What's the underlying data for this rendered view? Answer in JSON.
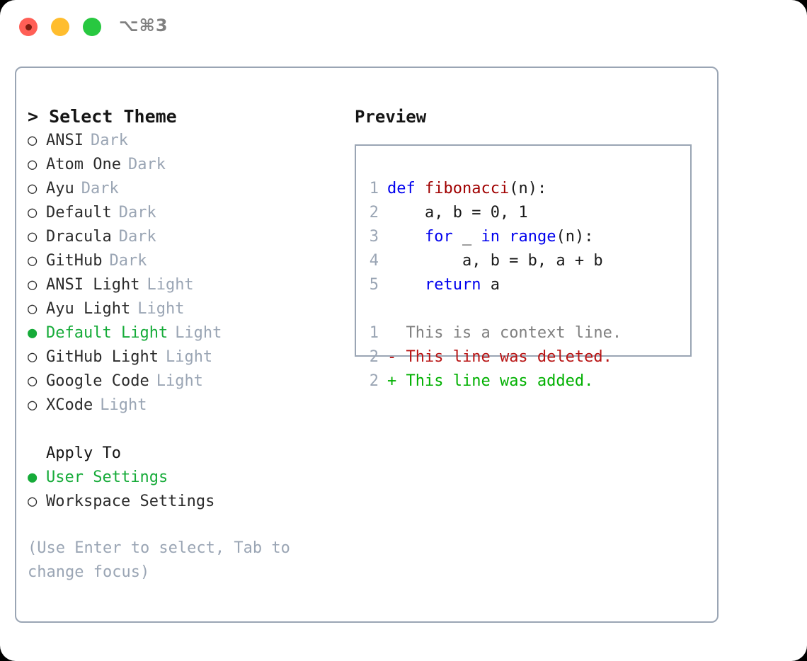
{
  "titlebar": {
    "shortcut": "⌥⌘3",
    "lights": [
      {
        "name": "close",
        "color": "#ff5f56"
      },
      {
        "name": "minimize",
        "color": "#ffbd2e"
      },
      {
        "name": "maximize",
        "color": "#28c840"
      }
    ]
  },
  "theme_list": {
    "heading": "> Select Theme",
    "bullet_selected": "●",
    "bullet_unselected": "○",
    "selected_color": "#16ab39",
    "tag_color": "#9aa5b4",
    "items": [
      {
        "label": "ANSI",
        "tag": "Dark",
        "selected": false
      },
      {
        "label": "Atom One",
        "tag": "Dark",
        "selected": false
      },
      {
        "label": "Ayu",
        "tag": "Dark",
        "selected": false
      },
      {
        "label": "Default",
        "tag": "Dark",
        "selected": false
      },
      {
        "label": "Dracula",
        "tag": "Dark",
        "selected": false
      },
      {
        "label": "GitHub",
        "tag": "Dark",
        "selected": false
      },
      {
        "label": "ANSI Light",
        "tag": "Light",
        "selected": false
      },
      {
        "label": "Ayu Light",
        "tag": "Light",
        "selected": false
      },
      {
        "label": "Default Light",
        "tag": "Light",
        "selected": true
      },
      {
        "label": "GitHub Light",
        "tag": "Light",
        "selected": false
      },
      {
        "label": "Google Code",
        "tag": "Light",
        "selected": false
      },
      {
        "label": "XCode",
        "tag": "Light",
        "selected": false
      }
    ]
  },
  "apply_to": {
    "heading": "Apply To",
    "items": [
      {
        "label": "User Settings",
        "selected": true
      },
      {
        "label": "Workspace Settings",
        "selected": false
      }
    ]
  },
  "hint": "(Use Enter to select, Tab to change focus)",
  "preview": {
    "heading": "Preview",
    "code_lines": [
      {
        "num": "1",
        "tokens": [
          {
            "t": "def ",
            "c": "kw"
          },
          {
            "t": "fibonacci",
            "c": "fn"
          },
          {
            "t": "(n):",
            "c": "ct"
          }
        ]
      },
      {
        "num": "2",
        "tokens": [
          {
            "t": "    a, b = 0, 1",
            "c": "ct"
          }
        ]
      },
      {
        "num": "3",
        "tokens": [
          {
            "t": "    ",
            "c": "ct"
          },
          {
            "t": "for",
            "c": "kw"
          },
          {
            "t": " _ ",
            "c": "ct"
          },
          {
            "t": "in",
            "c": "kw"
          },
          {
            "t": " ",
            "c": "ct"
          },
          {
            "t": "range",
            "c": "kw"
          },
          {
            "t": "(n):",
            "c": "ct"
          }
        ]
      },
      {
        "num": "4",
        "tokens": [
          {
            "t": "        a, b = b, a + b",
            "c": "ct"
          }
        ]
      },
      {
        "num": "5",
        "tokens": [
          {
            "t": "    ",
            "c": "ct"
          },
          {
            "t": "return",
            "c": "kw"
          },
          {
            "t": " a",
            "c": "ct"
          }
        ]
      }
    ],
    "diff_lines": [
      {
        "num": "1",
        "marker": " ",
        "text": " This is a context line.",
        "kind": "diff-ctx"
      },
      {
        "num": "2",
        "marker": "-",
        "text": " This line was deleted.",
        "kind": "diff-del"
      },
      {
        "num": "2",
        "marker": "+",
        "text": " This line was added.",
        "kind": "diff-add"
      }
    ]
  }
}
